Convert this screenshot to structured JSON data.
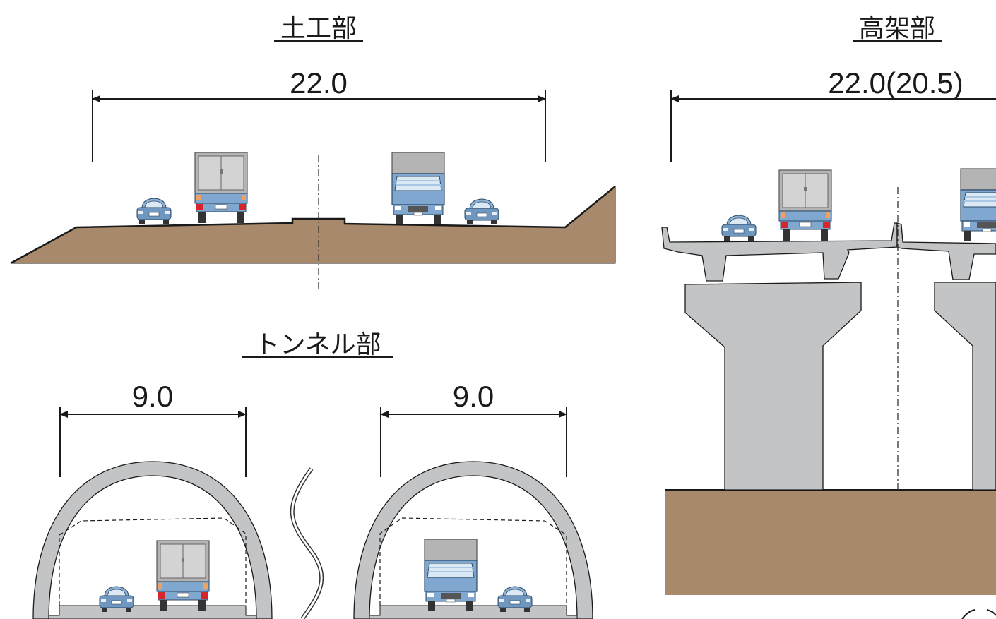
{
  "sections": {
    "earthwork": {
      "title": "土工部",
      "width_label": "22.0"
    },
    "viaduct": {
      "title": "高架部",
      "width_label": "22.0(20.5)"
    },
    "tunnel": {
      "title": "トンネル部",
      "left_width_label": "9.0",
      "right_width_label": "9.0"
    }
  },
  "colors": {
    "soil": "#a8896b",
    "concrete": "#c3c4c5",
    "car_body": "#6f97bf",
    "truck_cab": "#7fa7cf",
    "truck_box": "#b4b4b4",
    "tail_light": "#d6262b"
  },
  "icons": [
    "car-icon",
    "truck-rear-icon",
    "truck-front-icon",
    "break-line-icon"
  ]
}
